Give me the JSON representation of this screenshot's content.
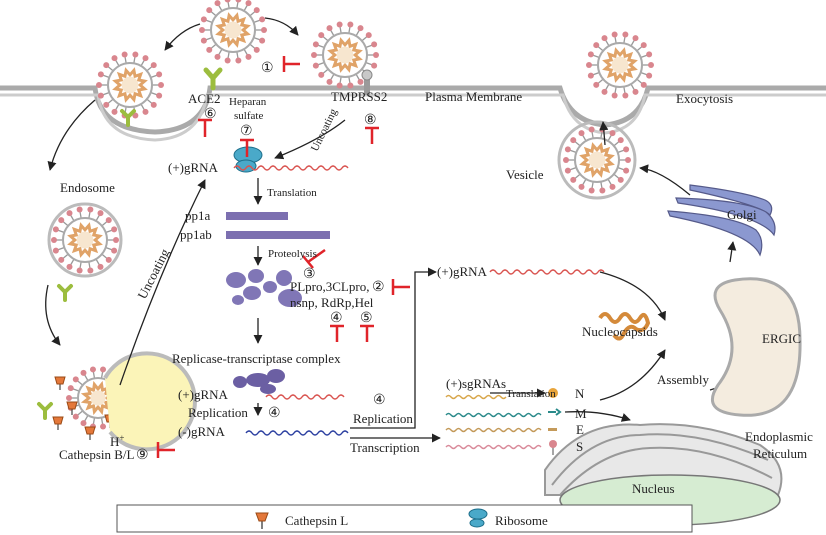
{
  "labels": {
    "ace2": "ACE2",
    "heparan_1": "Heparan",
    "heparan_2": "sulfate",
    "tmprss2": "TMPRSS2",
    "plasma_membrane": "Plasma Membrane",
    "exocytosis": "Exocytosis",
    "endosome": "Endosome",
    "uncoating": "Uncoating",
    "gRNA_plus": "(+)gRNA",
    "gRNA_minus": "(-)gRNA",
    "translation": "Translation",
    "pp1a": "pp1a",
    "pp1ab": "pp1ab",
    "proteolysis": "Proteolysis",
    "proteases_1": "PLpro,3CLpro,",
    "proteases_2": "nsnp, RdRp,Hel",
    "complex": "Replicase-transcriptase complex",
    "replication": "Replication",
    "transcription": "Transcription",
    "sgRNAs": "(+)sgRNAs",
    "protein_N": "N",
    "protein_M": "M",
    "protein_E": "E",
    "protein_S": "S",
    "vesicle": "Vesicle",
    "golgi": "Golgi",
    "nucleocapsids": "Nucleocapsids",
    "ergic": "ERGIC",
    "assembly": "Assembly",
    "er_1": "Endoplasmic",
    "er_2": "Reticulum",
    "nucleus": "Nucleus",
    "h_plus": "H",
    "h_plus_sup": "+",
    "cathepsin_bl": "Cathepsin B/L"
  },
  "steps": {
    "s1": "①",
    "s2": "②",
    "s3": "③",
    "s4": "④",
    "s5": "⑤",
    "s6": "⑥",
    "s7": "⑦",
    "s8": "⑧",
    "s9": "⑨"
  },
  "legend": {
    "cathepsin": "Cathepsin L",
    "ribosome": "Ribosome"
  },
  "colors": {
    "inhibitor": "#e0242a",
    "rna_plus": "#d9534f",
    "rna_minus": "#2b3fa0",
    "protein_purple": "#7c6fb0",
    "virus_core": "#e0a368",
    "spike": "#d9868e",
    "membrane": "#b8b8b8",
    "cytoplasm_yellow": "#fbf4b8",
    "nucleus": "#d6ecd2",
    "ribosome": "#4aa9c9",
    "ace2": "#9cbd3e"
  }
}
